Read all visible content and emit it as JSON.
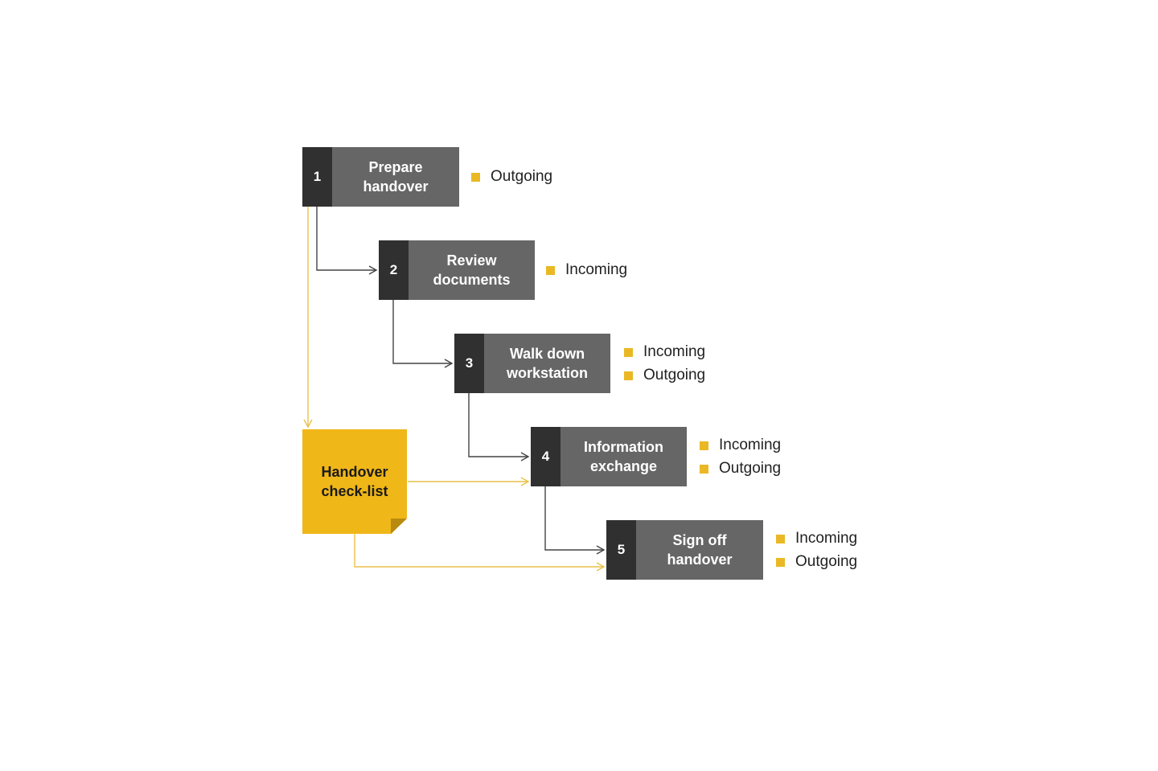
{
  "steps": [
    {
      "number": "1",
      "line1": "Prepare",
      "line2": "handover",
      "roles": [
        "Outgoing"
      ]
    },
    {
      "number": "2",
      "line1": "Review",
      "line2": "documents",
      "roles": [
        "Incoming"
      ]
    },
    {
      "number": "3",
      "line1": "Walk down",
      "line2": "workstation",
      "roles": [
        "Incoming",
        "Outgoing"
      ]
    },
    {
      "number": "4",
      "line1": "Information",
      "line2": "exchange",
      "roles": [
        "Incoming",
        "Outgoing"
      ]
    },
    {
      "number": "5",
      "line1": "Sign off",
      "line2": "handover",
      "roles": [
        "Incoming",
        "Outgoing"
      ]
    }
  ],
  "checklist": {
    "line1": "Handover",
    "line2": "check-list"
  },
  "colors": {
    "number_box": "#303030",
    "label_box": "#666666",
    "accent": "#f0b719",
    "bullet": "#e9b824",
    "connector": "#444444",
    "checklist_connector": "#e9c14a"
  }
}
